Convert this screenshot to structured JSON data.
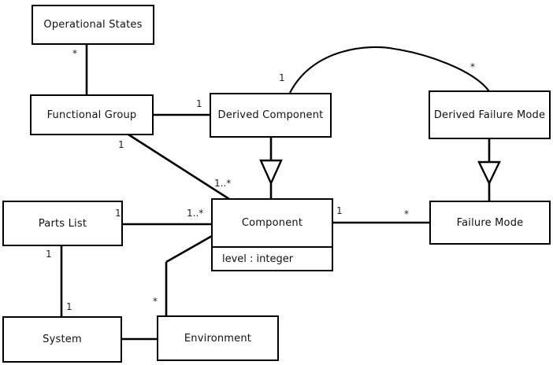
{
  "diagram": {
    "type": "uml-class-diagram",
    "title": "",
    "background_color": "#ffffff",
    "line_color": "#000000",
    "text_color": "#111111"
  },
  "classes": [
    {
      "id": "operational-states",
      "name": "Operational States",
      "attributes": []
    },
    {
      "id": "functional-group",
      "name": "Functional Group",
      "attributes": []
    },
    {
      "id": "derived-component",
      "name": "Derived Component",
      "attributes": []
    },
    {
      "id": "derived-failure-mode",
      "name": "Derived Failure Mode",
      "attributes": []
    },
    {
      "id": "parts-list",
      "name": "Parts List",
      "attributes": []
    },
    {
      "id": "component",
      "name": "Component",
      "attributes": [
        "level : integer"
      ]
    },
    {
      "id": "failure-mode",
      "name": "Failure Mode",
      "attributes": []
    },
    {
      "id": "system",
      "name": "System",
      "attributes": []
    },
    {
      "id": "environment",
      "name": "Environment",
      "attributes": []
    }
  ],
  "multiplicities": [
    {
      "id": "op-states-to-functional-group",
      "label": "*"
    },
    {
      "id": "functional-group-to-derived-component",
      "label": "1"
    },
    {
      "id": "functional-group-to-component",
      "label": "1"
    },
    {
      "id": "derived-component-to-derived-failure-mode-source",
      "label": "1"
    },
    {
      "id": "derived-component-to-derived-failure-mode-target",
      "label": "*"
    },
    {
      "id": "component-from-functional-group",
      "label": "1..*"
    },
    {
      "id": "parts-list-to-component-source",
      "label": "1"
    },
    {
      "id": "parts-list-to-component-target",
      "label": "1..*"
    },
    {
      "id": "parts-list-to-system-source",
      "label": "1"
    },
    {
      "id": "parts-list-to-system-target",
      "label": "1"
    },
    {
      "id": "component-to-failure-mode-source",
      "label": "1"
    },
    {
      "id": "component-to-failure-mode-target",
      "label": "*"
    },
    {
      "id": "environment-to-component",
      "label": "*"
    }
  ],
  "relationships": [
    {
      "from": "operational-states",
      "to": "functional-group",
      "kind": "association"
    },
    {
      "from": "functional-group",
      "to": "derived-component",
      "kind": "association"
    },
    {
      "from": "functional-group",
      "to": "component",
      "kind": "association"
    },
    {
      "from": "derived-component",
      "to": "derived-failure-mode",
      "kind": "association-curved"
    },
    {
      "from": "derived-component",
      "to": "component",
      "kind": "generalization"
    },
    {
      "from": "derived-failure-mode",
      "to": "failure-mode",
      "kind": "generalization"
    },
    {
      "from": "parts-list",
      "to": "component",
      "kind": "association"
    },
    {
      "from": "parts-list",
      "to": "system",
      "kind": "association"
    },
    {
      "from": "component",
      "to": "failure-mode",
      "kind": "association"
    },
    {
      "from": "component",
      "to": "environment",
      "kind": "association"
    },
    {
      "from": "system",
      "to": "environment",
      "kind": "association"
    }
  ]
}
